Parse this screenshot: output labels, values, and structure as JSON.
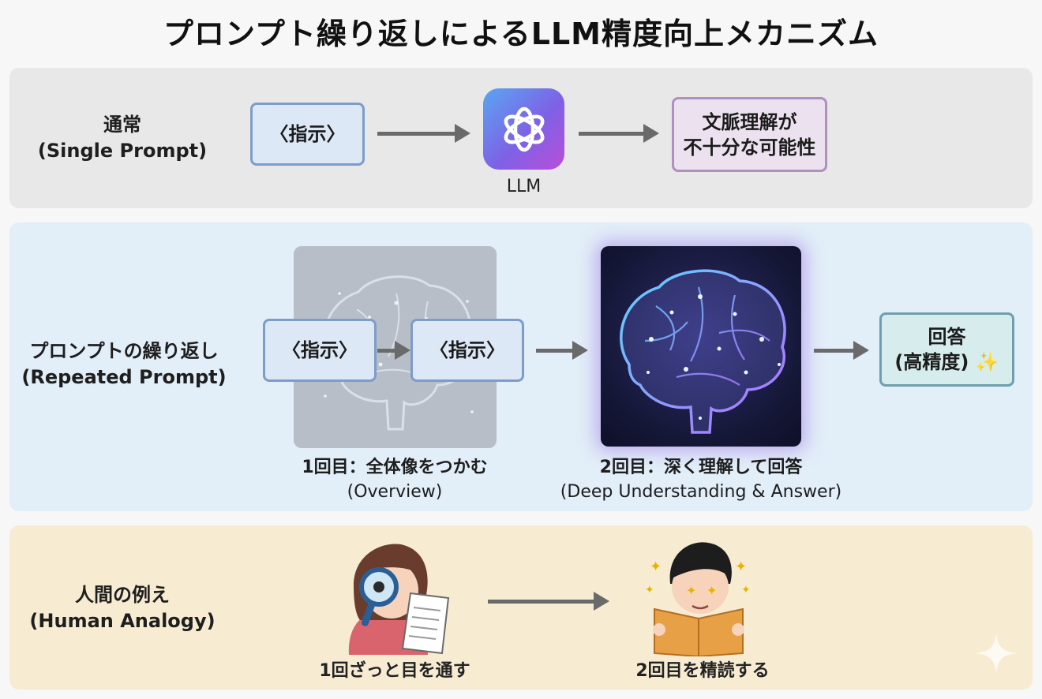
{
  "title": "プロンプト繰り返しによるLLM精度向上メカニズム",
  "row_single": {
    "label_jp": "通常",
    "label_en": "(Single Prompt)",
    "instruction": "〈指示〉",
    "llm_label": "LLM",
    "llm_icon": "openai-logo-icon",
    "result_line1": "文脈理解が",
    "result_line2": "不十分な可能性"
  },
  "row_repeated": {
    "label_jp": "プロンプトの繰り返し",
    "label_en": "(Repeated Prompt)",
    "instruction_1": "〈指示〉",
    "instruction_2": "〈指示〉",
    "step1_caption": "1回目：全体像をつかむ",
    "step1_caption_en": "(Overview)",
    "step2_caption": "2回目：深く理解して回答",
    "step2_caption_en": "(Deep Understanding & Answer)",
    "result_line1": "回答",
    "result_line2": "(高精度) ✨"
  },
  "row_human": {
    "label_jp": "人間の例え",
    "label_en": "(Human Analogy)",
    "step1_caption": "1回ざっと目を通す",
    "step2_caption": "2回目を精読する"
  },
  "colors": {
    "panel_single": "#e8e8e8",
    "panel_repeated": "#e2eef8",
    "panel_human": "#f7ecd2",
    "box_blue_border": "#7d9cc9",
    "box_purple_border": "#b18fbf",
    "box_teal_border": "#6f9fae",
    "arrow": "#6a6a6a"
  }
}
